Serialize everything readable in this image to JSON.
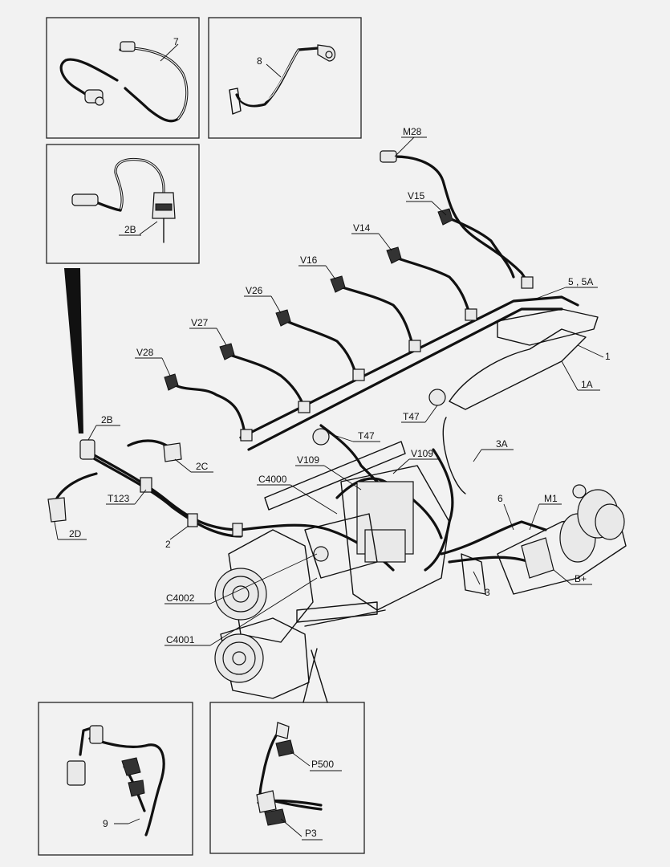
{
  "callouts": {
    "c7": "7",
    "c8": "8",
    "c2b_top": "2B",
    "m28": "M28",
    "v15": "V15",
    "v14": "V14",
    "v16": "V16",
    "v26": "V26",
    "v27": "V27",
    "v28": "V28",
    "c5_5a": "5 , 5A",
    "c1": "1",
    "c1a": "1A",
    "t47_top": "T47",
    "t47": "T47",
    "c2b": "2B",
    "c2c": "2C",
    "c3a": "3A",
    "v109_left": "V109",
    "v109_right": "V109",
    "c4000": "C4000",
    "t123": "T123",
    "c2d": "2D",
    "c2": "2",
    "c6": "6",
    "m1": "M1",
    "c4002": "C4002",
    "c3": "3",
    "b_plus": "B+",
    "c4001": "C4001",
    "p500": "P500",
    "c9": "9",
    "p3": "P3"
  }
}
